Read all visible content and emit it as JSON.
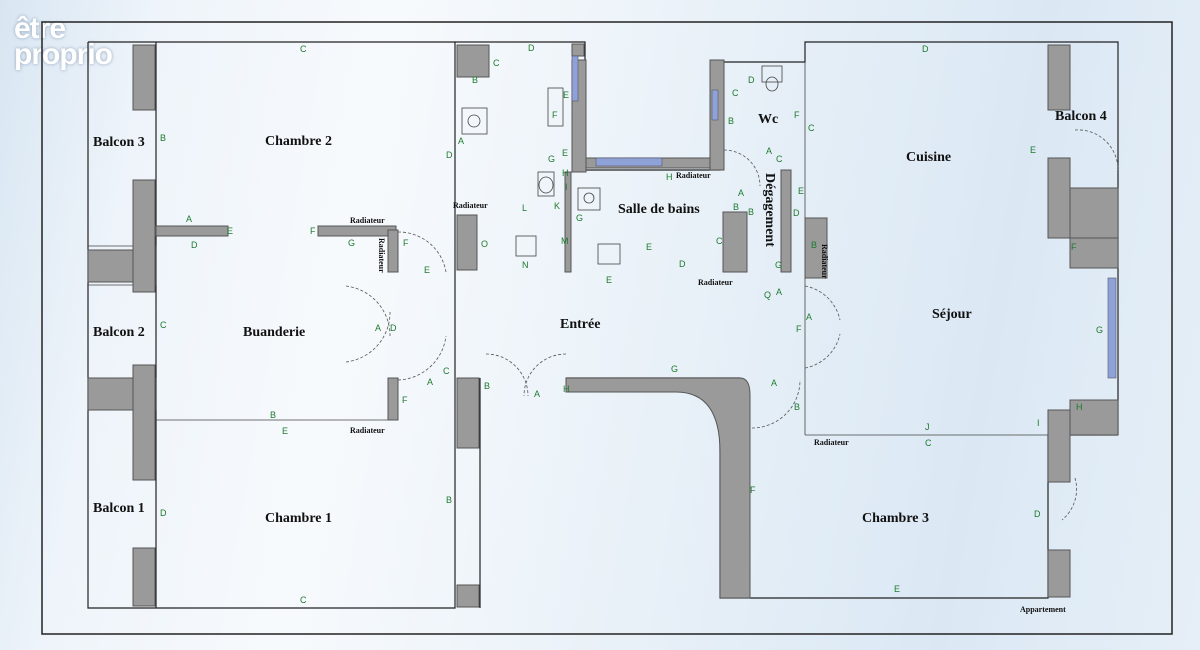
{
  "watermark": {
    "line1": "être",
    "line2": "proprio"
  },
  "rooms": {
    "balcon3": "Balcon 3",
    "chambre2": "Chambre 2",
    "balcon2": "Balcon 2",
    "buanderie": "Buanderie",
    "balcon1": "Balcon 1",
    "chambre1": "Chambre 1",
    "wc": "Wc",
    "salle_de_bains": "Salle de bains",
    "degagement": "Dégagement",
    "entree": "Entrée",
    "cuisine": "Cuisine",
    "balcon4": "Balcon 4",
    "sejour": "Séjour",
    "chambre3": "Chambre 3"
  },
  "labels": {
    "radiateur": "Radiateur",
    "appartement": "Appartement"
  },
  "markers": [
    "A",
    "B",
    "C",
    "D",
    "E",
    "F",
    "G",
    "H",
    "I",
    "J",
    "K",
    "L",
    "M",
    "N",
    "O",
    "Q"
  ]
}
